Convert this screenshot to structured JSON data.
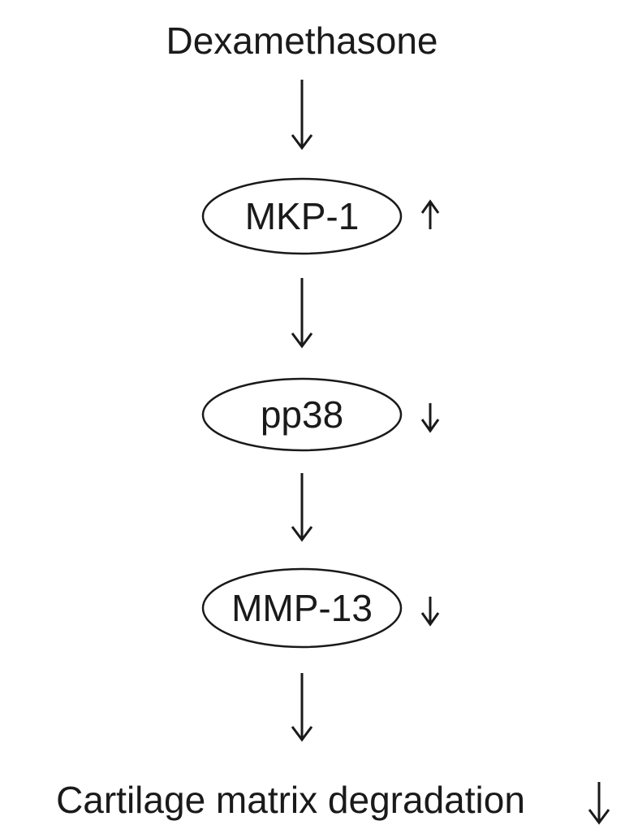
{
  "diagram": {
    "source": "Dexamethasone",
    "nodes": [
      {
        "label": "MKP-1",
        "change": "up"
      },
      {
        "label": "pp38",
        "change": "down"
      },
      {
        "label": "MMP-13",
        "change": "down"
      }
    ],
    "outcome": {
      "label": "Cartilage matrix degradation",
      "change": "down"
    },
    "flow": [
      {
        "from": "Dexamethasone",
        "to": "MKP-1"
      },
      {
        "from": "MKP-1",
        "to": "pp38"
      },
      {
        "from": "pp38",
        "to": "MMP-13"
      },
      {
        "from": "MMP-13",
        "to": "Cartilage matrix degradation"
      }
    ],
    "colors": {
      "ink": "#1a1a1a",
      "background": "#ffffff"
    }
  }
}
